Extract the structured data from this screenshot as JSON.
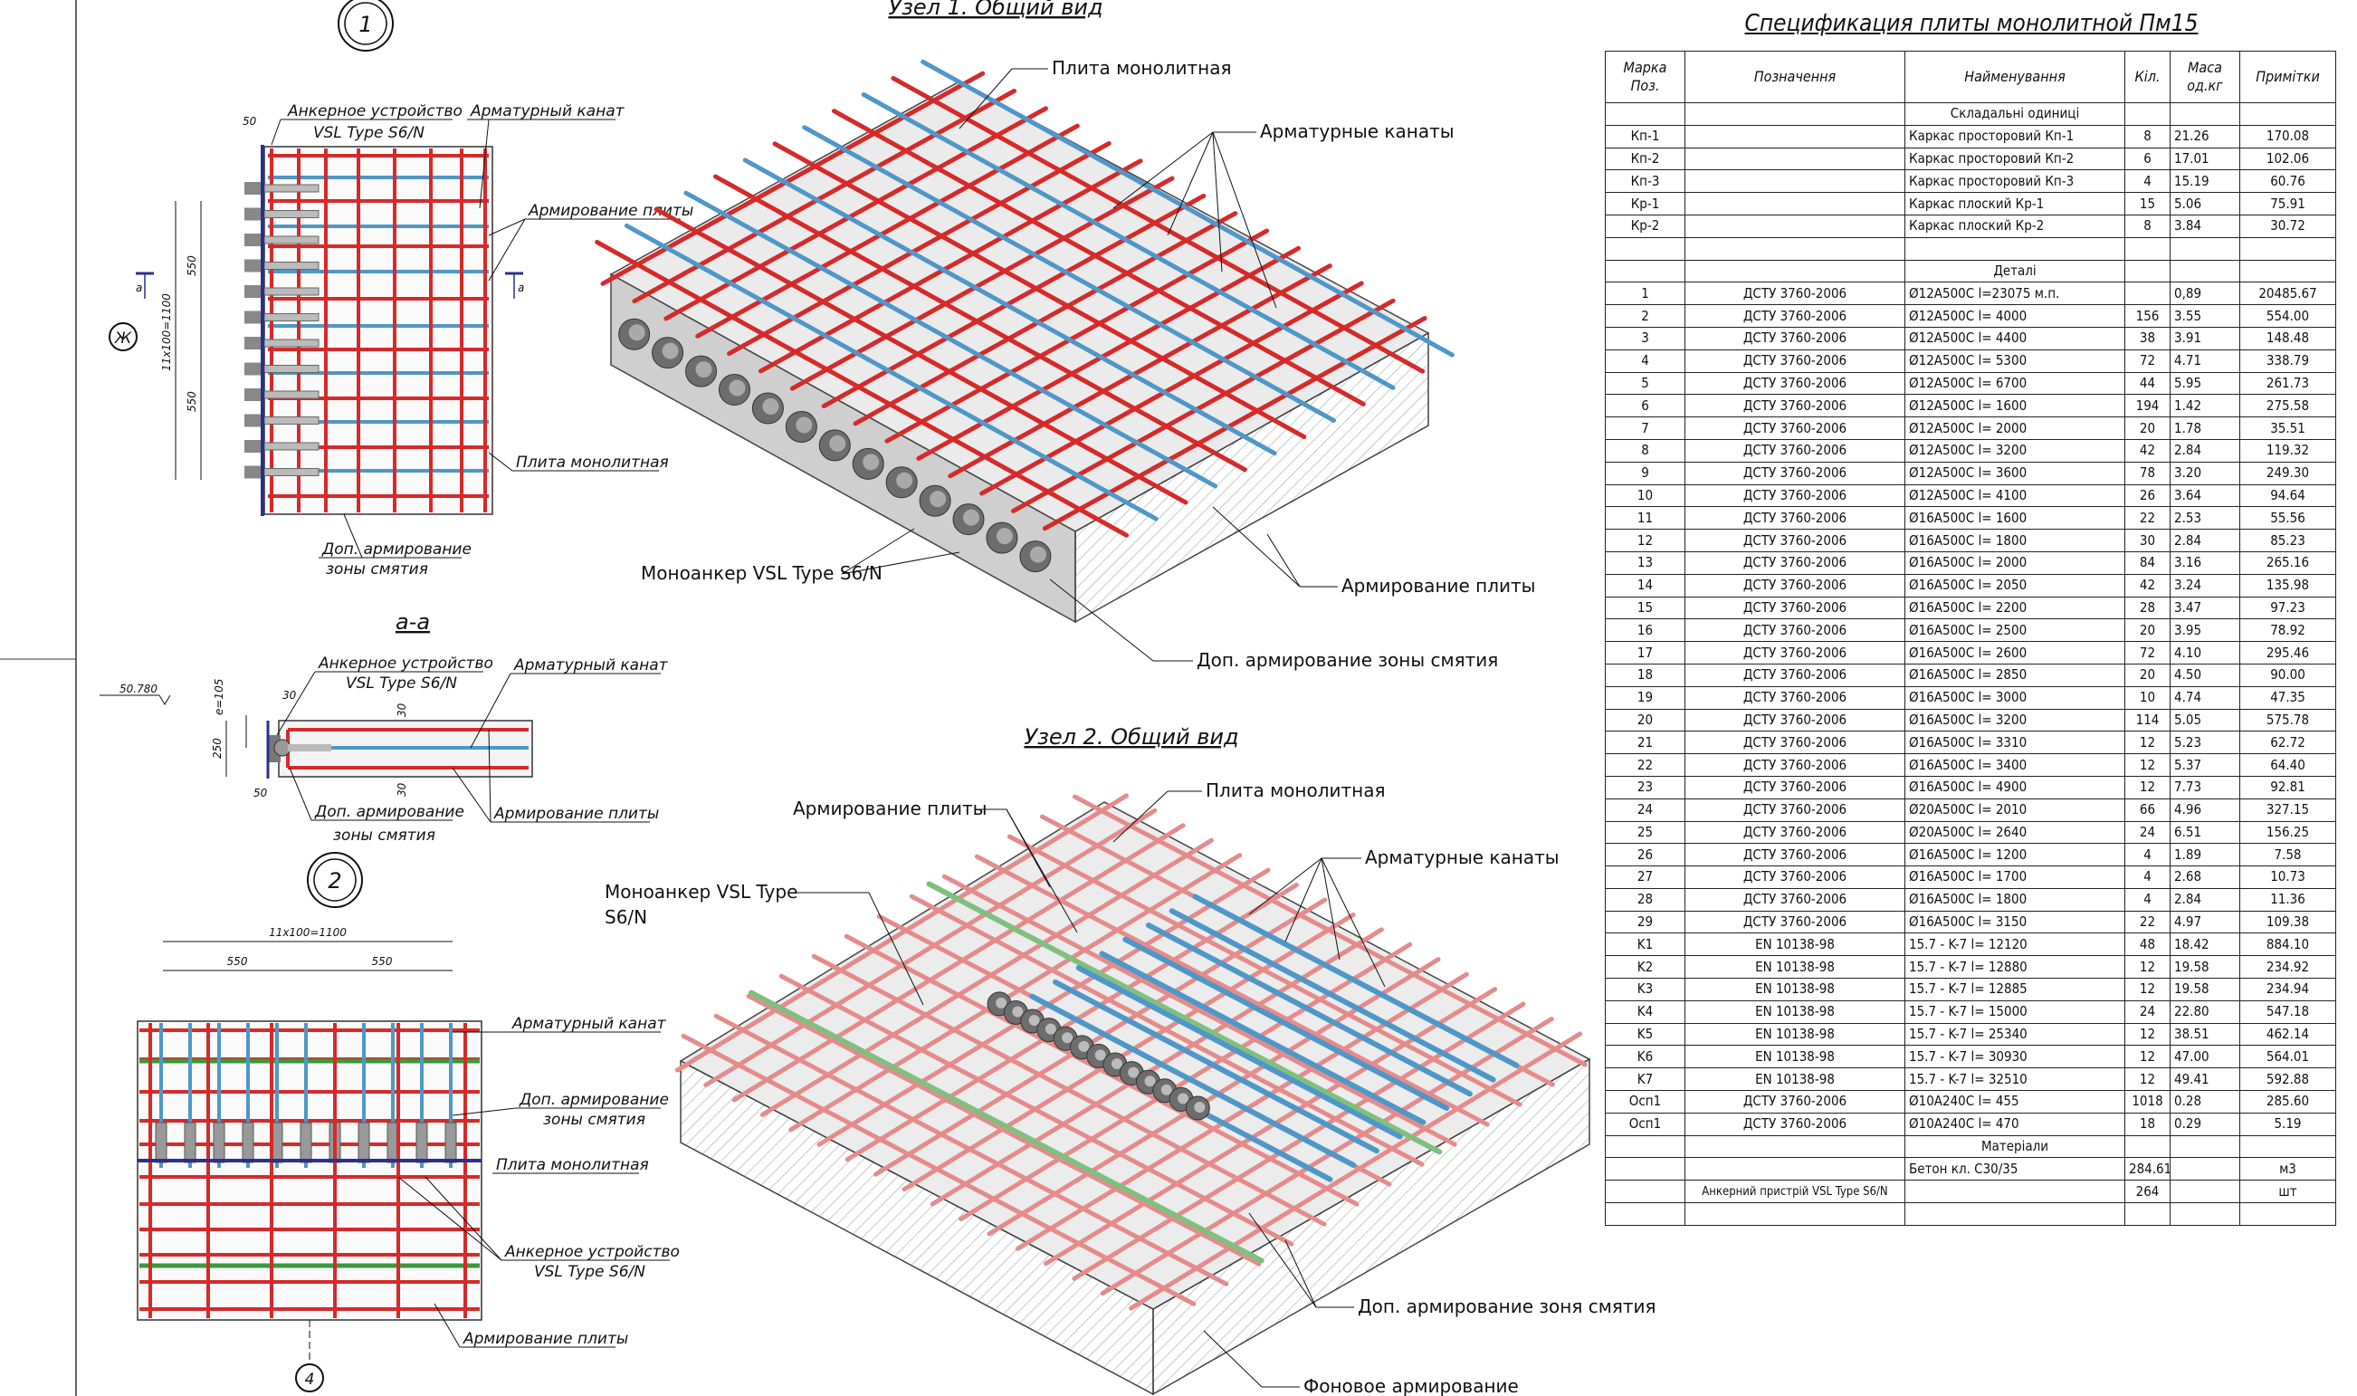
{
  "colors": {
    "rebar": "#d62a2a",
    "cable": "#4f97c8",
    "extra": "#3a9a3a",
    "concrete": "#d9d9d9",
    "anchor": "#555555"
  },
  "node1": {
    "circle_label": "1",
    "title": "Узел 1. Общий вид"
  },
  "node2": {
    "circle_label": "2",
    "title": "Узел 2. Общий вид"
  },
  "axes": {
    "zh": "Ж",
    "four": "4"
  },
  "section": {
    "title": "а-а",
    "level": "50.780",
    "marker": "а"
  },
  "plan1": {
    "anchor": "Анкерное устройство",
    "anchor_type": "VSL Type S6/N",
    "cable": "Арматурный канат",
    "slab_reinf": "Армирование плиты",
    "slab": "Плита монолитная",
    "extra1": "Доп. армирование",
    "extra2": "зоны смятия",
    "dim_50": "50",
    "dim_550a": "550",
    "dim_550b": "550",
    "dim_total": "11x100=1100"
  },
  "sec": {
    "anchor": "Анкерное устройство",
    "anchor_type": "VSL Type S6/N",
    "cable": "Арматурный канат",
    "extra1": "Доп. армирование",
    "extra2": "зоны смятия",
    "slab_reinf": "Армирование плиты",
    "dim_e": "e=105",
    "dim_30a": "30",
    "dim_30b": "30",
    "dim_30c": "30",
    "dim_250": "250",
    "dim_50": "50"
  },
  "plan2": {
    "dim_total": "11x100=1100",
    "dim_550a": "550",
    "dim_550b": "550",
    "cable": "Арматурный канат",
    "extra1": "Доп. армирование",
    "extra2": "зоны смятия",
    "slab": "Плита монолитная",
    "anchor": "Анкерное устройство",
    "anchor_type": "VSL Type S6/N",
    "slab_reinf": "Армирование плиты"
  },
  "iso1": {
    "slab": "Плита монолитная",
    "cables": "Арматурные канаты",
    "mono": "Моноанкер VSL Type S6/N",
    "reinf": "Армирование плиты",
    "extra": "Доп. армирование зоны смятия"
  },
  "iso2": {
    "reinf": "Армирование плиты",
    "slab": "Плита монолитная",
    "cables": "Арматурные канаты",
    "mono1": "Моноанкер VSL Type",
    "mono2": "S6/N",
    "extra": "Доп. армирование зоня смятия",
    "bg": "Фоновое армирование"
  },
  "spec": {
    "title": "Спецификация плиты монолитной Пм15",
    "headers": [
      "Марка Поз.",
      "Позначення",
      "Найменування",
      "Кіл.",
      "Маса од.кг",
      "Примітки"
    ],
    "rows": [
      {
        "t": "sec",
        "name": "Складальні одиниці"
      },
      {
        "t": "r",
        "mark": "Кп-1",
        "des": "",
        "name": "Каркас просторовий Кп-1",
        "qty": "8",
        "mass": "21.26",
        "note": "170.08"
      },
      {
        "t": "r",
        "mark": "Кп-2",
        "des": "",
        "name": "Каркас просторовий Кп-2",
        "qty": "6",
        "mass": "17.01",
        "note": "102.06"
      },
      {
        "t": "r",
        "mark": "Кп-3",
        "des": "",
        "name": "Каркас просторовий Кп-3",
        "qty": "4",
        "mass": "15.19",
        "note": "60.76"
      },
      {
        "t": "r",
        "mark": "Кр-1",
        "des": "",
        "name": "Каркас плоский Кр-1",
        "qty": "15",
        "mass": "5.06",
        "note": "75.91"
      },
      {
        "t": "r",
        "mark": "Кр-2",
        "des": "",
        "name": "Каркас плоский Кр-2",
        "qty": "8",
        "mass": "3.84",
        "note": "30.72"
      },
      {
        "t": "r",
        "mark": "",
        "des": "",
        "name": "",
        "qty": "",
        "mass": "",
        "note": ""
      },
      {
        "t": "sec",
        "name": "Деталі"
      },
      {
        "t": "r",
        "mark": "1",
        "des": "ДСТУ 3760-2006",
        "name": "Ø12А500С  l=23075 м.п.",
        "qty": "",
        "mass": "0,89",
        "note": "20485.67"
      },
      {
        "t": "r",
        "mark": "2",
        "des": "ДСТУ 3760-2006",
        "name": "Ø12А500С   l=  4000",
        "qty": "156",
        "mass": "3.55",
        "note": "554.00"
      },
      {
        "t": "r",
        "mark": "3",
        "des": "ДСТУ 3760-2006",
        "name": "Ø12А500С   l=  4400",
        "qty": "38",
        "mass": "3.91",
        "note": "148.48"
      },
      {
        "t": "r",
        "mark": "4",
        "des": "ДСТУ 3760-2006",
        "name": "Ø12А500С   l=  5300",
        "qty": "72",
        "mass": "4.71",
        "note": "338.79"
      },
      {
        "t": "r",
        "mark": "5",
        "des": "ДСТУ 3760-2006",
        "name": "Ø12А500С   l=  6700",
        "qty": "44",
        "mass": "5.95",
        "note": "261.73"
      },
      {
        "t": "r",
        "mark": "6",
        "des": "ДСТУ 3760-2006",
        "name": "Ø12А500С   l=  1600",
        "qty": "194",
        "mass": "1.42",
        "note": "275.58"
      },
      {
        "t": "r",
        "mark": "7",
        "des": "ДСТУ 3760-2006",
        "name": "Ø12А500С   l=  2000",
        "qty": "20",
        "mass": "1.78",
        "note": "35.51"
      },
      {
        "t": "r",
        "mark": "8",
        "des": "ДСТУ 3760-2006",
        "name": "Ø12А500С   l=  3200",
        "qty": "42",
        "mass": "2.84",
        "note": "119.32"
      },
      {
        "t": "r",
        "mark": "9",
        "des": "ДСТУ 3760-2006",
        "name": "Ø12А500С   l=  3600",
        "qty": "78",
        "mass": "3.20",
        "note": "249.30"
      },
      {
        "t": "r",
        "mark": "10",
        "des": "ДСТУ 3760-2006",
        "name": "Ø12А500С   l=  4100",
        "qty": "26",
        "mass": "3.64",
        "note": "94.64"
      },
      {
        "t": "r",
        "mark": "11",
        "des": "ДСТУ 3760-2006",
        "name": "Ø16А500С   l=  1600",
        "qty": "22",
        "mass": "2.53",
        "note": "55.56"
      },
      {
        "t": "r",
        "mark": "12",
        "des": "ДСТУ 3760-2006",
        "name": "Ø16А500С   l=  1800",
        "qty": "30",
        "mass": "2.84",
        "note": "85.23"
      },
      {
        "t": "r",
        "mark": "13",
        "des": "ДСТУ 3760-2006",
        "name": "Ø16А500С   l=  2000",
        "qty": "84",
        "mass": "3.16",
        "note": "265.16"
      },
      {
        "t": "r",
        "mark": "14",
        "des": "ДСТУ 3760-2006",
        "name": "Ø16А500С   l=  2050",
        "qty": "42",
        "mass": "3.24",
        "note": "135.98"
      },
      {
        "t": "r",
        "mark": "15",
        "des": "ДСТУ 3760-2006",
        "name": "Ø16А500С   l=  2200",
        "qty": "28",
        "mass": "3.47",
        "note": "97.23"
      },
      {
        "t": "r",
        "mark": "16",
        "des": "ДСТУ 3760-2006",
        "name": "Ø16А500С   l=  2500",
        "qty": "20",
        "mass": "3.95",
        "note": "78.92"
      },
      {
        "t": "r",
        "mark": "17",
        "des": "ДСТУ 3760-2006",
        "name": "Ø16А500С   l=  2600",
        "qty": "72",
        "mass": "4.10",
        "note": "295.46"
      },
      {
        "t": "r",
        "mark": "18",
        "des": "ДСТУ 3760-2006",
        "name": "Ø16А500С   l=  2850",
        "qty": "20",
        "mass": "4.50",
        "note": "90.00"
      },
      {
        "t": "r",
        "mark": "19",
        "des": "ДСТУ 3760-2006",
        "name": "Ø16А500С   l=  3000",
        "qty": "10",
        "mass": "4.74",
        "note": "47.35"
      },
      {
        "t": "r",
        "mark": "20",
        "des": "ДСТУ 3760-2006",
        "name": "Ø16А500С   l=  3200",
        "qty": "114",
        "mass": "5.05",
        "note": "575.78"
      },
      {
        "t": "r",
        "mark": "21",
        "des": "ДСТУ 3760-2006",
        "name": "Ø16А500С   l=  3310",
        "qty": "12",
        "mass": "5.23",
        "note": "62.72"
      },
      {
        "t": "r",
        "mark": "22",
        "des": "ДСТУ 3760-2006",
        "name": "Ø16А500С   l=  3400",
        "qty": "12",
        "mass": "5.37",
        "note": "64.40"
      },
      {
        "t": "r",
        "mark": "23",
        "des": "ДСТУ 3760-2006",
        "name": "Ø16А500С   l=  4900",
        "qty": "12",
        "mass": "7.73",
        "note": "92.81"
      },
      {
        "t": "r",
        "mark": "24",
        "des": "ДСТУ 3760-2006",
        "name": "Ø20А500С   l=  2010",
        "qty": "66",
        "mass": "4.96",
        "note": "327.15"
      },
      {
        "t": "r",
        "mark": "25",
        "des": "ДСТУ 3760-2006",
        "name": "Ø20А500С   l=  2640",
        "qty": "24",
        "mass": "6.51",
        "note": "156.25"
      },
      {
        "t": "r",
        "mark": "26",
        "des": "ДСТУ 3760-2006",
        "name": "Ø16А500С   l=  1200",
        "qty": "4",
        "mass": "1.89",
        "note": "7.58"
      },
      {
        "t": "r",
        "mark": "27",
        "des": "ДСТУ 3760-2006",
        "name": "Ø16А500С   l=  1700",
        "qty": "4",
        "mass": "2.68",
        "note": "10.73"
      },
      {
        "t": "r",
        "mark": "28",
        "des": "ДСТУ 3760-2006",
        "name": "Ø16А500С   l=  1800",
        "qty": "4",
        "mass": "2.84",
        "note": "11.36"
      },
      {
        "t": "r",
        "mark": "29",
        "des": "ДСТУ 3760-2006",
        "name": "Ø16А500С   l=  3150",
        "qty": "22",
        "mass": "4.97",
        "note": "109.38"
      },
      {
        "t": "r",
        "mark": "K1",
        "des": "EN 10138-98",
        "name": "15.7 - K-7    l=  12120",
        "qty": "48",
        "mass": "18.42",
        "note": "884.10"
      },
      {
        "t": "r",
        "mark": "K2",
        "des": "EN 10138-98",
        "name": "15.7 - K-7    l=  12880",
        "qty": "12",
        "mass": "19.58",
        "note": "234.92"
      },
      {
        "t": "r",
        "mark": "K3",
        "des": "EN 10138-98",
        "name": "15.7 - K-7    l=  12885",
        "qty": "12",
        "mass": "19.58",
        "note": "234.94"
      },
      {
        "t": "r",
        "mark": "K4",
        "des": "EN 10138-98",
        "name": "15.7 - K-7    l=  15000",
        "qty": "24",
        "mass": "22.80",
        "note": "547.18"
      },
      {
        "t": "r",
        "mark": "K5",
        "des": "EN 10138-98",
        "name": "15.7 - K-7    l=  25340",
        "qty": "12",
        "mass": "38.51",
        "note": "462.14"
      },
      {
        "t": "r",
        "mark": "K6",
        "des": "EN 10138-98",
        "name": "15.7 - K-7    l=  30930",
        "qty": "12",
        "mass": "47.00",
        "note": "564.01"
      },
      {
        "t": "r",
        "mark": "K7",
        "des": "EN 10138-98",
        "name": "15.7 - K-7    l=  32510",
        "qty": "12",
        "mass": "49.41",
        "note": "592.88"
      },
      {
        "t": "r",
        "mark": "Осп1",
        "des": "ДСТУ 3760-2006",
        "name": "Ø10А240С   l=  455",
        "qty": "1018",
        "mass": "0.28",
        "note": "285.60"
      },
      {
        "t": "r",
        "mark": "Осп1",
        "des": "ДСТУ 3760-2006",
        "name": "Ø10А240С   l=  470",
        "qty": "18",
        "mass": "0.29",
        "note": "5.19"
      },
      {
        "t": "sec",
        "name": "Матеріали"
      },
      {
        "t": "r",
        "mark": "",
        "des": "",
        "name": "Бетон кл. С30/35",
        "qty": "284.61",
        "mass": "",
        "note": "м3"
      },
      {
        "t": "r",
        "mark": "",
        "des": "Анкерний пристрій VSL Type S6/N",
        "name": "",
        "qty": "264",
        "mass": "",
        "note": "шт"
      },
      {
        "t": "r",
        "mark": "",
        "des": "",
        "name": "",
        "qty": "",
        "mass": "",
        "note": ""
      }
    ]
  }
}
